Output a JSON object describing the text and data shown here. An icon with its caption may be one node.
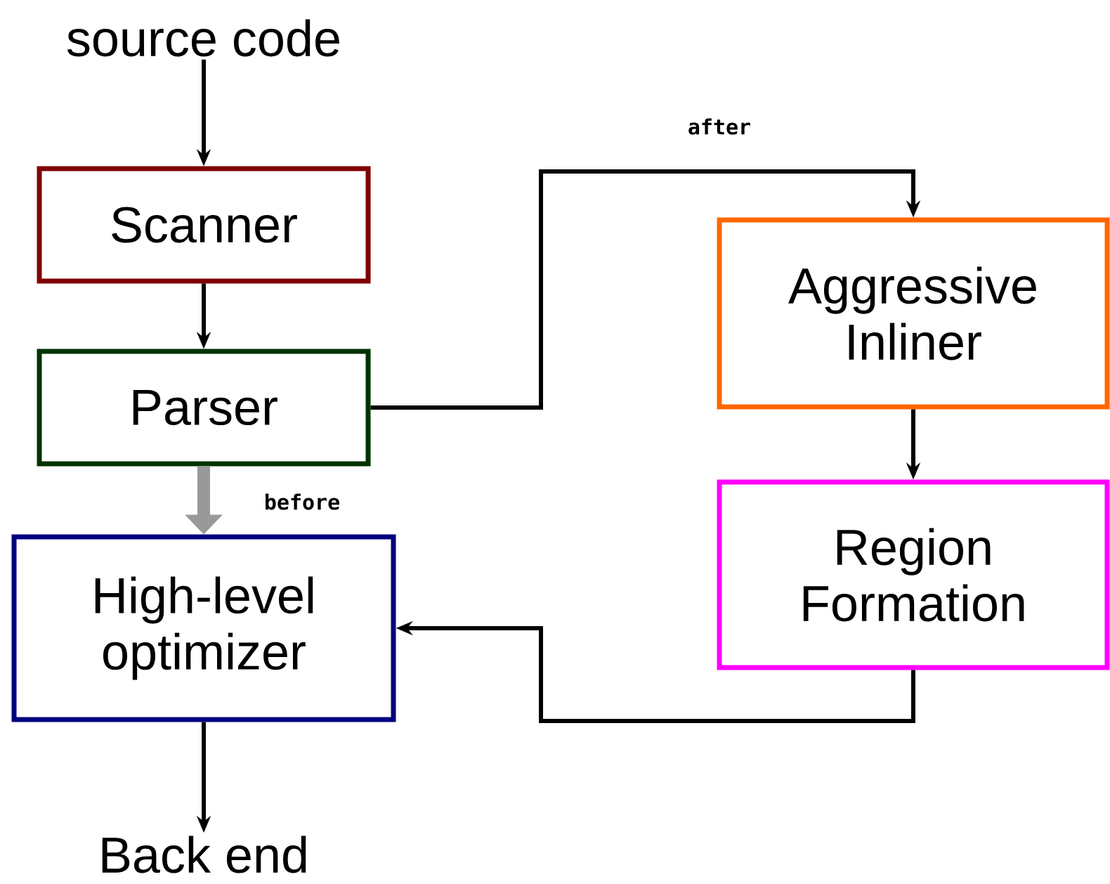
{
  "diagram": {
    "nodes": [
      {
        "text": [
          "source code"
        ]
      },
      {
        "text": [
          "Scanner"
        ]
      },
      {
        "text": [
          "Parser"
        ]
      },
      {
        "text": [
          "High-level optimizer"
        ]
      },
      {
        "text": [
          "Back end"
        ]
      },
      {
        "text": [
          "Aggressive Inliner"
        ]
      },
      {
        "text": [
          "Region Formation"
        ]
      }
    ],
    "edges": [
      {
        "from": 0,
        "to": 1,
        "arrow": "to"
      },
      {
        "from": 1,
        "to": 2,
        "arrow": "to"
      },
      {
        "from": 2,
        "to": 3,
        "arrow": "to",
        "label": "before",
        "style": "thick",
        "color": "#999999"
      },
      {
        "from": 2,
        "to": 5,
        "arrow": "to",
        "label": "after"
      },
      {
        "from": 5,
        "to": 6,
        "arrow": "to"
      },
      {
        "from": 6,
        "to": 3,
        "arrow": "to"
      },
      {
        "from": 3,
        "to": 4,
        "arrow": "to"
      }
    ]
  }
}
